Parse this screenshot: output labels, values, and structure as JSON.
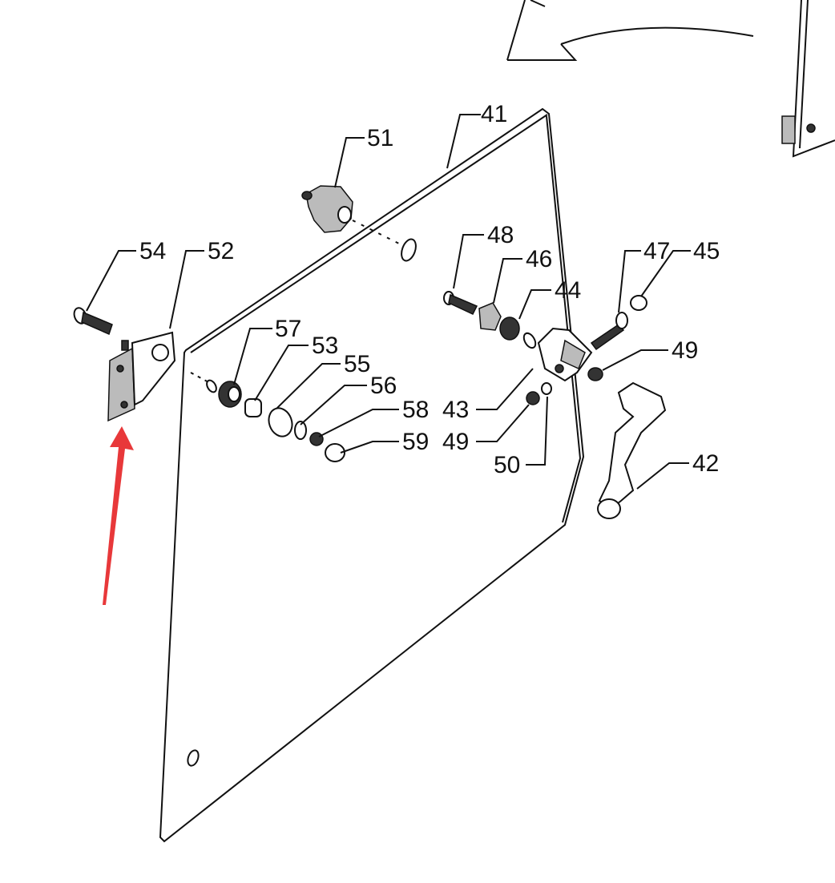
{
  "diagram": {
    "callouts": [
      "41",
      "51",
      "54",
      "52",
      "57",
      "53",
      "55",
      "56",
      "58",
      "59",
      "48",
      "46",
      "44",
      "47",
      "45",
      "49",
      "43",
      "49",
      "50",
      "42"
    ],
    "arrow_color": "#e8383a"
  }
}
